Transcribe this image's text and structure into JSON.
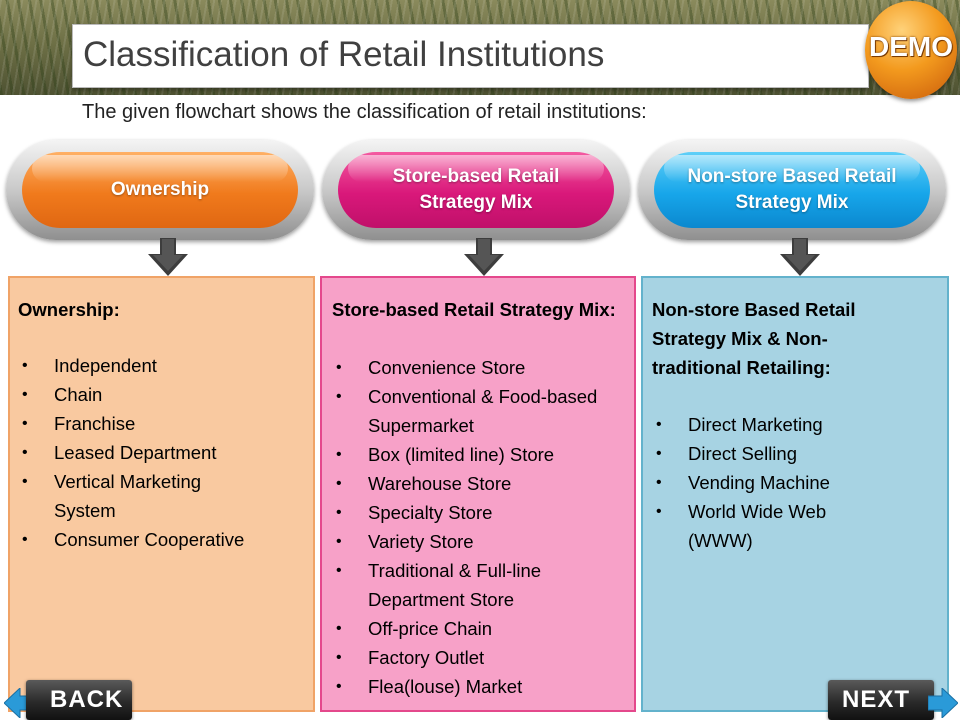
{
  "header": {
    "title": "Classification of Retail Institutions",
    "badge": "DEMO"
  },
  "subtitle": "The given flowchart shows the classification of retail institutions:",
  "categories": [
    {
      "label": "Ownership",
      "color": "#f07a1c",
      "heading": "Ownership:",
      "items": [
        "Independent",
        "Chain",
        "Franchise",
        "Leased Department",
        "Vertical Marketing System",
        "Consumer Cooperative"
      ]
    },
    {
      "label": "Store-based Retail Strategy Mix",
      "color": "#d9187a",
      "heading": "Store-based Retail Strategy Mix:",
      "items": [
        "Convenience Store",
        "Conventional & Food-based Supermarket",
        "Box (limited line) Store",
        "Warehouse Store",
        "Specialty Store",
        "Variety Store",
        "Traditional & Full-line Department Store",
        "Off-price Chain",
        "Factory Outlet",
        "Flea(louse) Market"
      ]
    },
    {
      "label": "Non-store Based Retail Strategy Mix",
      "color": "#17a6ea",
      "heading": "Non-store Based Retail Strategy Mix & Non-traditional Retailing:",
      "items": [
        "Direct Marketing",
        "Direct Selling",
        "Vending Machine",
        "World Wide Web (WWW)"
      ]
    }
  ],
  "nav": {
    "back": "BACK",
    "next": "NEXT"
  }
}
